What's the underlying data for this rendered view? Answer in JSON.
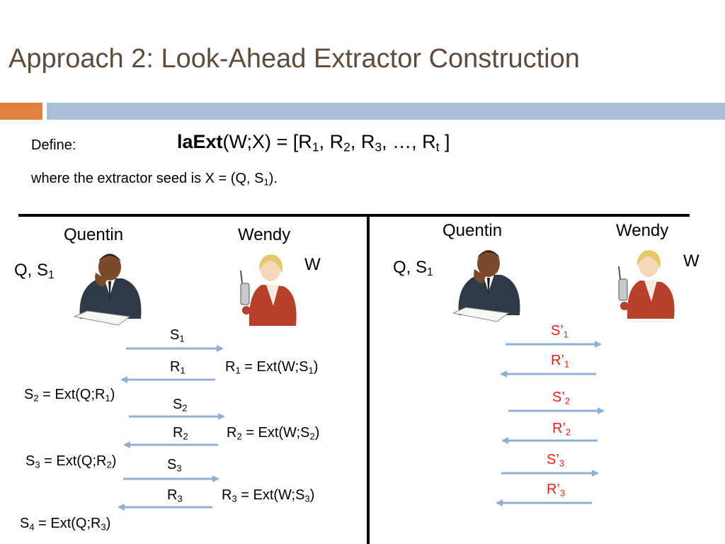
{
  "title": "Approach 2: Look-Ahead Extractor Construction",
  "define_label": "Define:",
  "formula": {
    "name_bold": "laExt",
    "args": "(W;X) =  [R",
    "s1": "1",
    "c1": ", R",
    "s2": "2",
    "c2": ", R",
    "s3": "3",
    "c3": ", …, R",
    "st": "t",
    "end": " ]"
  },
  "seed_text": {
    "pre": "where the extractor seed is X = (Q, S",
    "sub": "1",
    "post": ")."
  },
  "left": {
    "quentin": "Quentin",
    "wendy": "Wendy",
    "q_label": "Q, S",
    "q_sub": "1",
    "w_label": "W",
    "messages": [
      {
        "base": "S",
        "sub": "1"
      },
      {
        "base": "R",
        "sub": "1"
      },
      {
        "base": "S",
        "sub": "2"
      },
      {
        "base": "R",
        "sub": "2"
      },
      {
        "base": "S",
        "sub": "3"
      },
      {
        "base": "R",
        "sub": "3"
      }
    ],
    "wendy_eqs": [
      {
        "a": "R",
        "as": "1",
        "b": " = Ext(W;S",
        "bs": "1",
        "c": ")"
      },
      {
        "a": "R",
        "as": "2",
        "b": " = Ext(W;S",
        "bs": "2",
        "c": ")"
      },
      {
        "a": "R",
        "as": "3",
        "b": " = Ext(W;S",
        "bs": "3",
        "c": ")"
      }
    ],
    "quentin_eqs": [
      {
        "a": "S",
        "as": "2",
        "b": " = Ext(Q;R",
        "bs": "1",
        "c": ")"
      },
      {
        "a": "S",
        "as": "3",
        "b": " = Ext(Q;R",
        "bs": "2",
        "c": ")"
      },
      {
        "a": "S",
        "as": "4",
        "b": " = Ext(Q;R",
        "bs": "3",
        "c": ")"
      }
    ]
  },
  "right": {
    "quentin": "Quentin",
    "wendy": "Wendy",
    "q_label": "Q, S",
    "q_sub": "1",
    "w_label": "W",
    "messages": [
      {
        "base": "S’",
        "sub": "1"
      },
      {
        "base": "R’",
        "sub": "1"
      },
      {
        "base": "S’",
        "sub": "2"
      },
      {
        "base": "R’",
        "sub": "2"
      },
      {
        "base": "S’",
        "sub": "3"
      },
      {
        "base": "R’",
        "sub": "3"
      }
    ]
  },
  "colors": {
    "title": "#5e4b3c",
    "accent_orange": "#e0813f",
    "accent_blue": "#a7bfd8",
    "arrow": "#8fb0d4",
    "red": "#e2231a"
  },
  "icons": [
    "quentin-man-on-phone-icon",
    "wendy-woman-on-phone-icon"
  ]
}
